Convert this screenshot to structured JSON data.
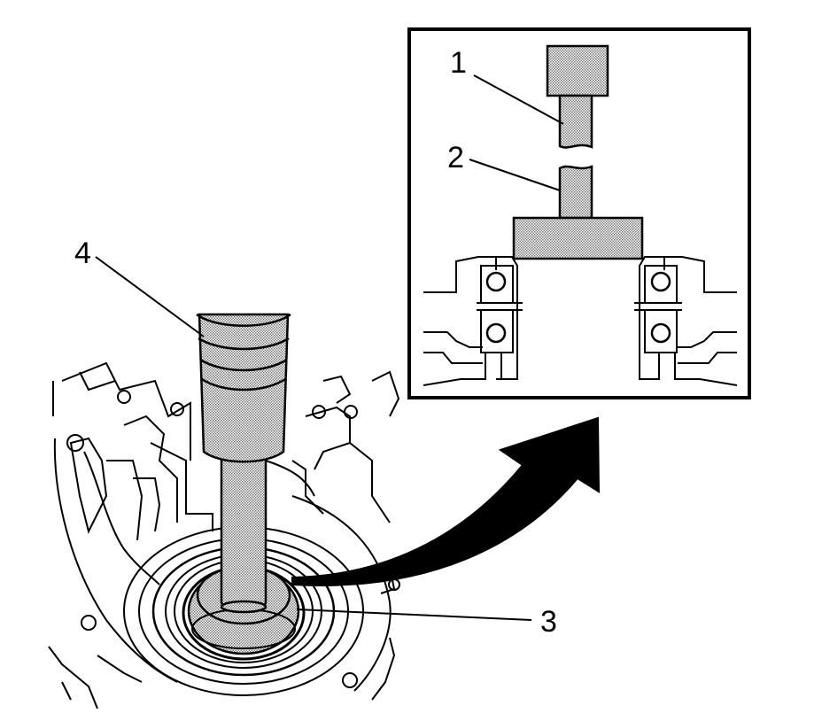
{
  "callouts": {
    "c1": "1",
    "c2": "2",
    "c3": "3",
    "c4": "4"
  },
  "colors": {
    "ink": "#000000",
    "paper": "#ffffff",
    "stipple": "#b5b5b5"
  }
}
